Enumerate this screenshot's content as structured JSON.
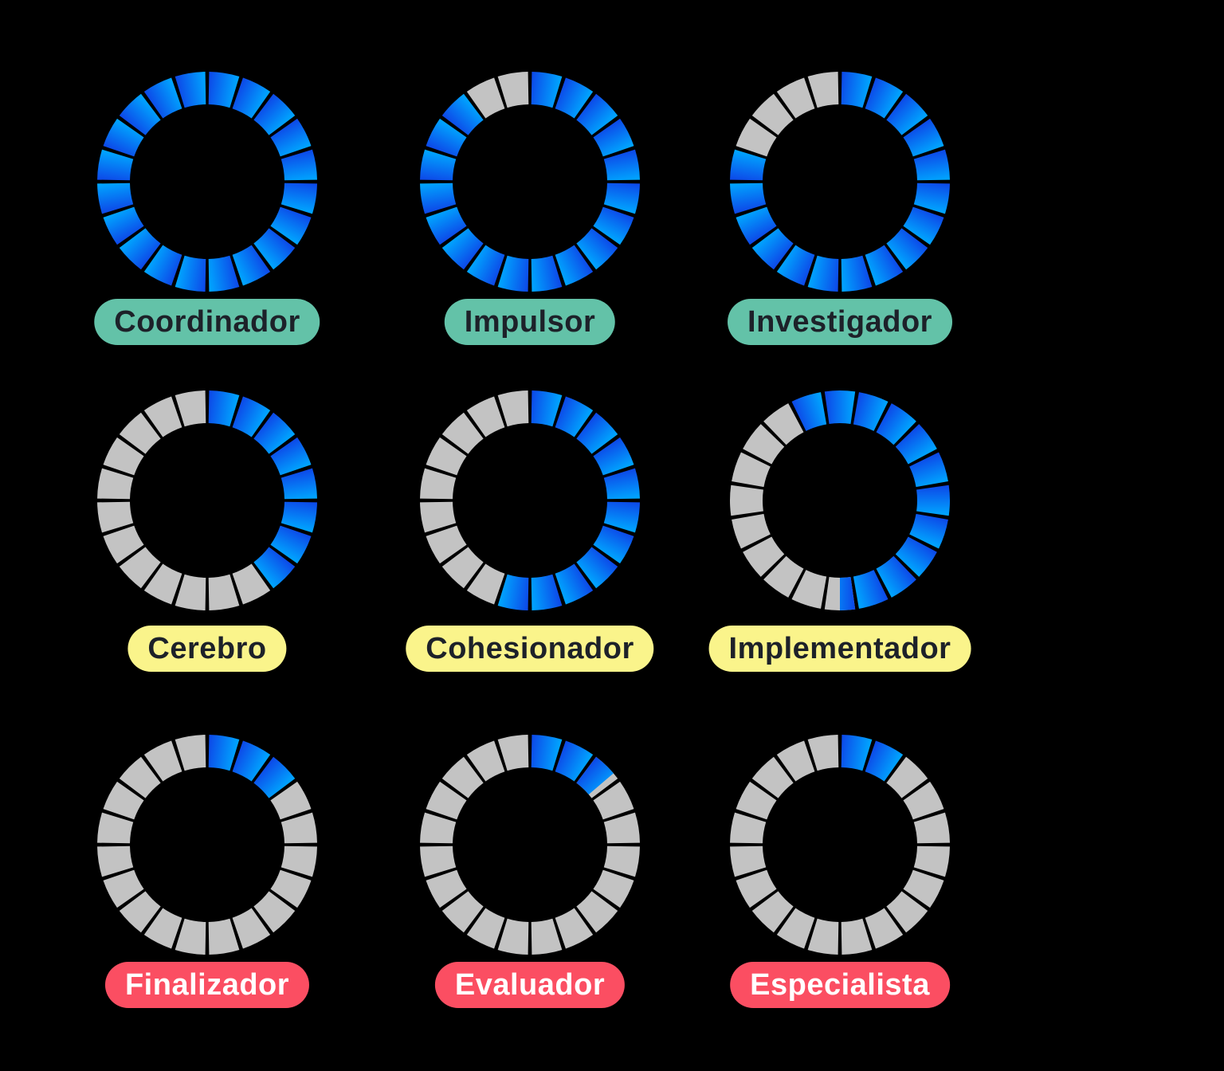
{
  "background": "#000000",
  "ring": {
    "segments_total": 20,
    "colors": {
      "fill_gradient_start": "#0d49e8",
      "fill_gradient_end": "#00a6ff",
      "empty": "#c3c3c3",
      "gap": "#000000"
    }
  },
  "pill_styles": {
    "green": {
      "bg": "#63c2a8",
      "text": "#1d2129"
    },
    "yellow": {
      "bg": "#faf48b",
      "text": "#1d2129"
    },
    "red": {
      "bg": "#fb4e62",
      "text": "#ffffff"
    }
  },
  "roles": [
    {
      "label": "Coordinador",
      "pill": "green",
      "filled_segments": 20,
      "start_deg": 0
    },
    {
      "label": "Impulsor",
      "pill": "green",
      "filled_segments": 18,
      "start_deg": 0
    },
    {
      "label": "Investigador",
      "pill": "green",
      "filled_segments": 16,
      "start_deg": 0
    },
    {
      "label": "Cerebro",
      "pill": "yellow",
      "filled_segments": 8,
      "start_deg": 0
    },
    {
      "label": "Cohesionador",
      "pill": "yellow",
      "filled_segments": 11,
      "start_deg": 0
    },
    {
      "label": "Implementador",
      "pill": "yellow",
      "filled_segments": 11.5,
      "start_deg": -27
    },
    {
      "label": "Finalizador",
      "pill": "red",
      "filled_segments": 3,
      "start_deg": 0
    },
    {
      "label": "Evaluador",
      "pill": "red",
      "filled_segments": 2.75,
      "start_deg": 0
    },
    {
      "label": "Especialista",
      "pill": "red",
      "filled_segments": 2,
      "start_deg": 0
    }
  ],
  "chart_data": {
    "type": "pie",
    "subtype": "segmented-donut-gauge-grid",
    "grid": "3 columns x 3 rows",
    "segments_per_ring": 20,
    "legend_groups": [
      {
        "group": "green",
        "roles": [
          "Coordinador",
          "Impulsor",
          "Investigador"
        ]
      },
      {
        "group": "yellow",
        "roles": [
          "Cerebro",
          "Cohesionador",
          "Implementador"
        ]
      },
      {
        "group": "red",
        "roles": [
          "Finalizador",
          "Evaluador",
          "Especialista"
        ]
      }
    ],
    "series": [
      {
        "name": "Coordinador",
        "filled": 20,
        "total": 20,
        "percent": 100
      },
      {
        "name": "Impulsor",
        "filled": 18,
        "total": 20,
        "percent": 90
      },
      {
        "name": "Investigador",
        "filled": 16,
        "total": 20,
        "percent": 80
      },
      {
        "name": "Cerebro",
        "filled": 8,
        "total": 20,
        "percent": 40
      },
      {
        "name": "Cohesionador",
        "filled": 11,
        "total": 20,
        "percent": 55
      },
      {
        "name": "Implementador",
        "filled": 11.5,
        "total": 20,
        "percent": 57.5
      },
      {
        "name": "Finalizador",
        "filled": 3,
        "total": 20,
        "percent": 15
      },
      {
        "name": "Evaluador",
        "filled": 2.75,
        "total": 20,
        "percent": 13.75
      },
      {
        "name": "Especialista",
        "filled": 2,
        "total": 20,
        "percent": 10
      }
    ]
  }
}
